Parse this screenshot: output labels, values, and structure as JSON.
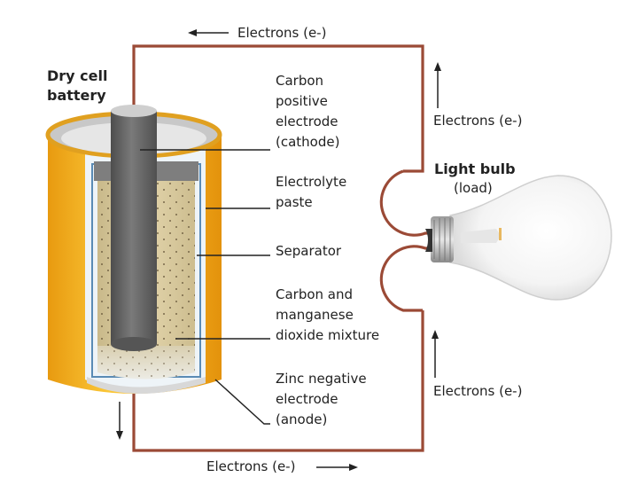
{
  "title": "Dry cell battery",
  "colors": {
    "wire": "#9b4a36",
    "casing": "#f2b31e",
    "rod": "#6b6b6b",
    "paste": "#d9cba0",
    "separator": "#5a8bb5",
    "bulb": "#f2f2f2",
    "text": "#222222"
  },
  "labels": {
    "battery_title_line1": "Dry cell",
    "battery_title_line2": "battery",
    "electrons_top": "Electrons (e-)",
    "electrons_right_top": "Electrons (e-)",
    "electrons_right_bottom": "Electrons (e-)",
    "electrons_bottom": "Electrons (e-)",
    "bulb_title": "Light bulb",
    "bulb_sub": "(load)",
    "cathode": [
      "Carbon",
      "positive",
      "electrode",
      "(cathode)"
    ],
    "electrolyte": [
      "Electrolyte",
      "paste"
    ],
    "separator": [
      "Separator"
    ],
    "mixture": [
      "Carbon and",
      "manganese",
      "dioxide mixture"
    ],
    "anode": [
      "Zinc negative",
      "electrode",
      "(anode)"
    ]
  },
  "arrows": {
    "top": "left",
    "right_top": "up",
    "right_bottom": "up",
    "bottom": "right",
    "battery_bottom": "down"
  }
}
